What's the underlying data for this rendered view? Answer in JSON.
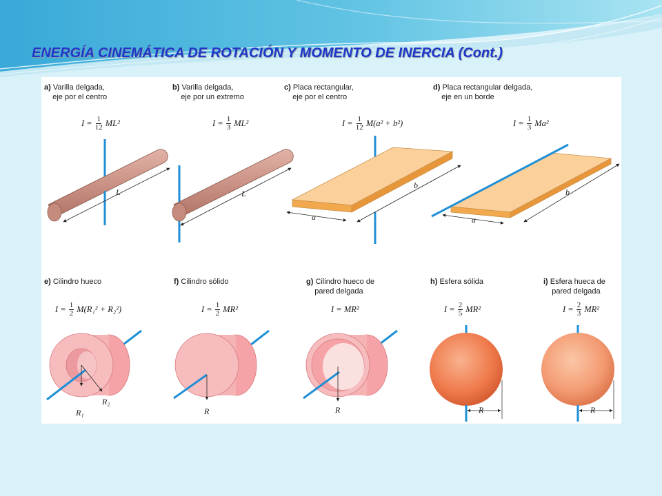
{
  "title": "ENERGÍA CINEMÁTICA DE ROTACIÓN Y MOMENTO DE INERCIA (Cont.)",
  "colors": {
    "title": "#1e37c8",
    "axis": "#1f8fd6",
    "rod": "#c98e80",
    "plate": "#f7c584",
    "cylinder": "#f5a0a4",
    "sphere": "#ef7a4c"
  },
  "panels": [
    {
      "letter": "a)",
      "name_line1": "Varilla delgada,",
      "name_line2": "eje por el centro",
      "formula_lhs": "I =",
      "frac_num": "1",
      "frac_den": "12",
      "formula_rhs": "ML²",
      "dims": [
        "L"
      ]
    },
    {
      "letter": "b)",
      "name_line1": "Varilla delgada,",
      "name_line2": "eje por un extremo",
      "formula_lhs": "I =",
      "frac_num": "1",
      "frac_den": "3",
      "formula_rhs": "ML²",
      "dims": [
        "L"
      ]
    },
    {
      "letter": "c)",
      "name_line1": "Placa rectangular,",
      "name_line2": "eje por el centro",
      "formula_lhs": "I =",
      "frac_num": "1",
      "frac_den": "12",
      "formula_rhs": "M(a² + b²)",
      "dims": [
        "a",
        "b"
      ]
    },
    {
      "letter": "d)",
      "name_line1": "Placa rectangular delgada,",
      "name_line2": "eje en un borde",
      "formula_lhs": "I =",
      "frac_num": "1",
      "frac_den": "3",
      "formula_rhs": "Ma²",
      "dims": [
        "a",
        "b"
      ]
    },
    {
      "letter": "e)",
      "name_line1": "Cilindro hueco",
      "name_line2": "",
      "formula_lhs": "I =",
      "frac_num": "1",
      "frac_den": "2",
      "formula_rhs": "M(R₁² + R₂²)",
      "dims": [
        "R₁",
        "R₂"
      ]
    },
    {
      "letter": "f)",
      "name_line1": "Cilindro sólido",
      "name_line2": "",
      "formula_lhs": "I =",
      "frac_num": "1",
      "frac_den": "2",
      "formula_rhs": "MR²",
      "dims": [
        "R"
      ]
    },
    {
      "letter": "g)",
      "name_line1": "Cilindro hueco de",
      "name_line2": "pared delgada",
      "formula_lhs": "I = MR²",
      "frac_num": "",
      "frac_den": "",
      "formula_rhs": "",
      "dims": [
        "R"
      ]
    },
    {
      "letter": "h)",
      "name_line1": "Esfera sólida",
      "name_line2": "",
      "formula_lhs": "I =",
      "frac_num": "2",
      "frac_den": "5",
      "formula_rhs": "MR²",
      "dims": [
        "R"
      ]
    },
    {
      "letter": "i)",
      "name_line1": "Esfera hueca de",
      "name_line2": "pared delgada",
      "formula_lhs": "I =",
      "frac_num": "2",
      "frac_den": "3",
      "formula_rhs": "MR²",
      "dims": [
        "R"
      ]
    }
  ]
}
